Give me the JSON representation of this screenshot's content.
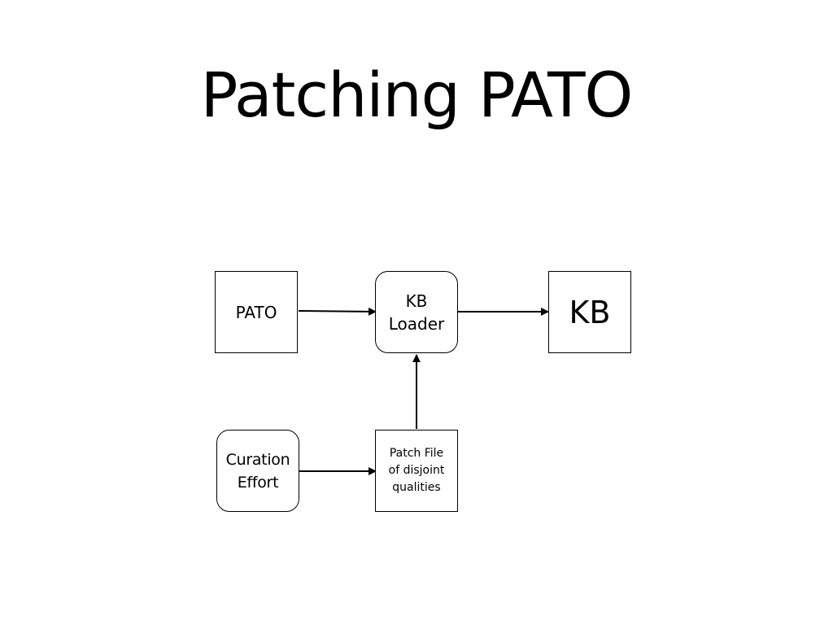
{
  "slide": {
    "title": "Patching PATO"
  },
  "diagram": {
    "nodes": {
      "pato": "PATO",
      "kb_loader": "KB\nLoader",
      "kb": "KB",
      "curation_effort": "Curation\nEffort",
      "patch_file": "Patch File\nof disjoint\nqualities"
    },
    "edges": [
      {
        "from": "pato",
        "to": "kb_loader"
      },
      {
        "from": "kb_loader",
        "to": "kb"
      },
      {
        "from": "patch_file",
        "to": "kb_loader"
      },
      {
        "from": "curation_effort",
        "to": "patch_file"
      }
    ]
  }
}
